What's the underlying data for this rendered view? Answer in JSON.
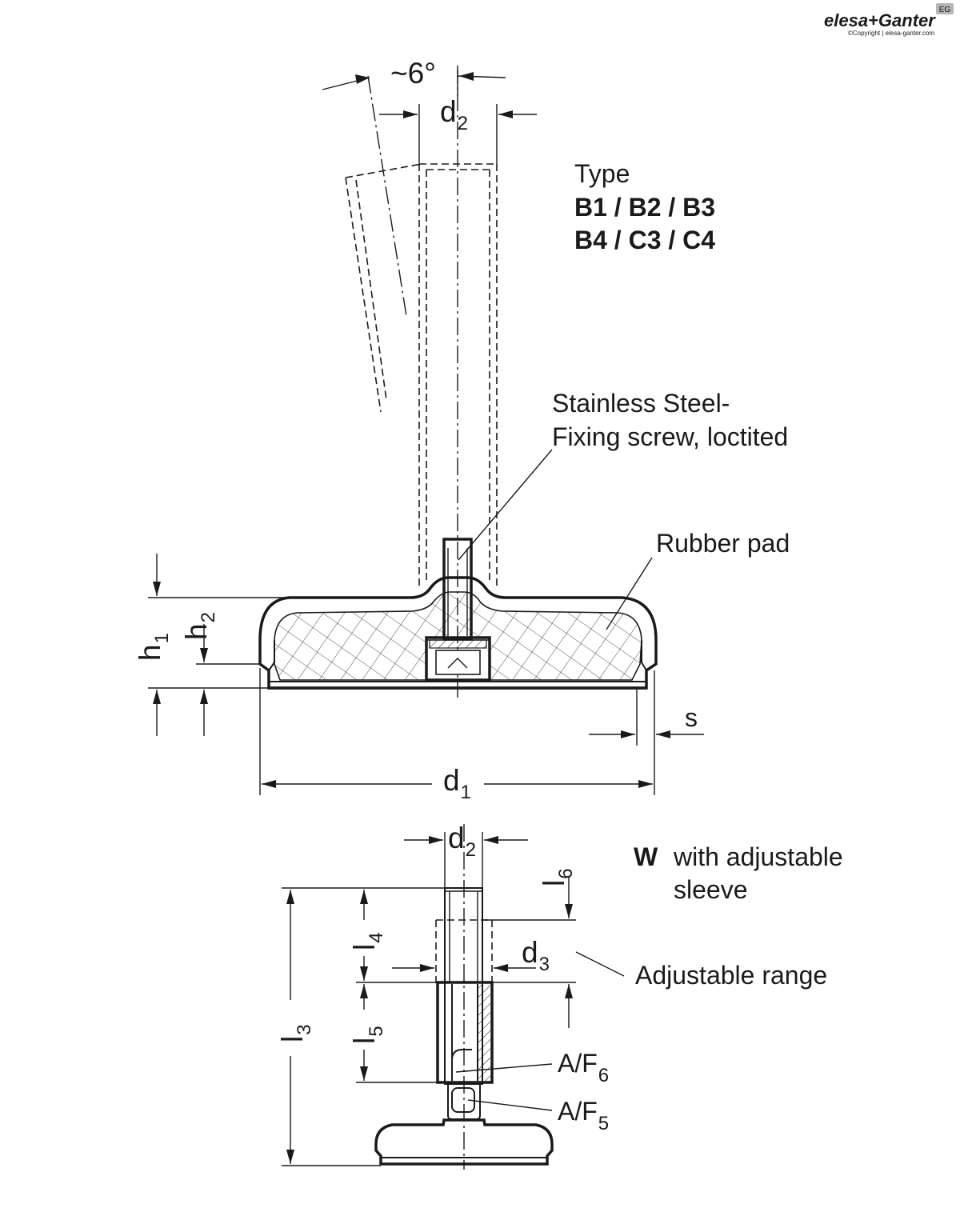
{
  "brand": {
    "logo": "elesa+Ganter",
    "copyright": "©Copyright | elesa-ganter.com",
    "badge": "EG"
  },
  "top_view": {
    "angle": "~6°",
    "d2": "d",
    "d2_sub": "2",
    "type_heading": "Type",
    "type_line_1": "B1 / B2 / B3",
    "type_line_2": "B4 / C3 / C4",
    "screw_line_1": "Stainless Steel-",
    "screw_line_2": "Fixing screw, loctited",
    "rubber_pad": "Rubber pad",
    "h1": "h",
    "h1_sub": "1",
    "h2": "h",
    "h2_sub": "2",
    "s": "s",
    "d1": "d",
    "d1_sub": "1"
  },
  "bottom_view": {
    "d2": "d",
    "d2_sub": "2",
    "w_code": "W",
    "w_line_1": "with adjustable",
    "w_line_2": "sleeve",
    "l6": "l",
    "l6_sub": "6",
    "l4": "l",
    "l4_sub": "4",
    "d3": "d",
    "d3_sub": "3",
    "adjustable_range": "Adjustable range",
    "l3": "l",
    "l3_sub": "3",
    "l5": "l",
    "l5_sub": "5",
    "af6": "A/F",
    "af6_sub": "6",
    "af5": "A/F",
    "af5_sub": "5"
  }
}
